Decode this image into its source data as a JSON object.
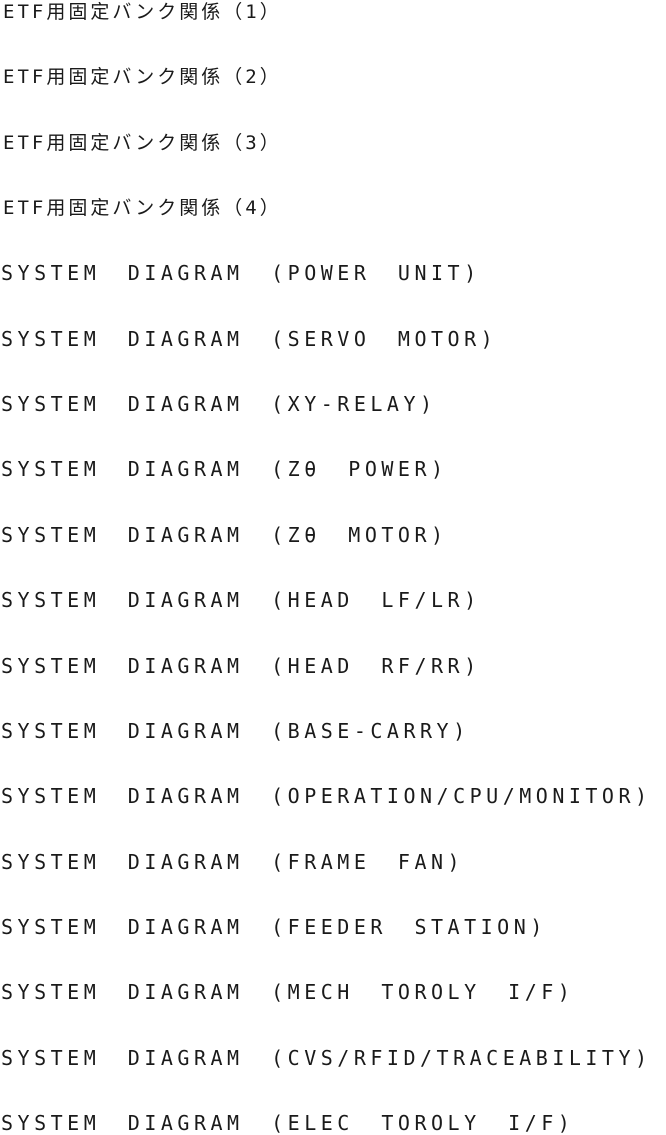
{
  "page": {
    "background_color": "#ffffff",
    "text_color": "#1a1a1a"
  },
  "document": {
    "lines": [
      {
        "text": "ETF用固定バンク関係（1）"
      },
      {
        "text": "ETF用固定バンク関係（2）"
      },
      {
        "text": "ETF用固定バンク関係（3）"
      },
      {
        "text": "ETF用固定バンク関係（4）"
      },
      {
        "text": "SYSTEM DIAGRAM (POWER UNIT)"
      },
      {
        "text": "SYSTEM DIAGRAM (SERVO MOTOR)"
      },
      {
        "text": "SYSTEM DIAGRAM (XY-RELAY)"
      },
      {
        "text": "SYSTEM DIAGRAM (Zθ POWER)"
      },
      {
        "text": "SYSTEM DIAGRAM (Zθ MOTOR)"
      },
      {
        "text": "SYSTEM DIAGRAM (HEAD LF/LR)"
      },
      {
        "text": "SYSTEM DIAGRAM (HEAD RF/RR)"
      },
      {
        "text": "SYSTEM DIAGRAM (BASE-CARRY)"
      },
      {
        "text": "SYSTEM DIAGRAM (OPERATION/CPU/MONITOR)"
      },
      {
        "text": "SYSTEM DIAGRAM (FRAME FAN)"
      },
      {
        "text": "SYSTEM DIAGRAM (FEEDER STATION)"
      },
      {
        "text": "SYSTEM DIAGRAM (MECH TOROLY I/F)"
      },
      {
        "text": "SYSTEM DIAGRAM (CVS/RFID/TRACEABILITY)"
      },
      {
        "text": "SYSTEM DIAGRAM (ELEC TOROLY I/F)"
      }
    ]
  }
}
